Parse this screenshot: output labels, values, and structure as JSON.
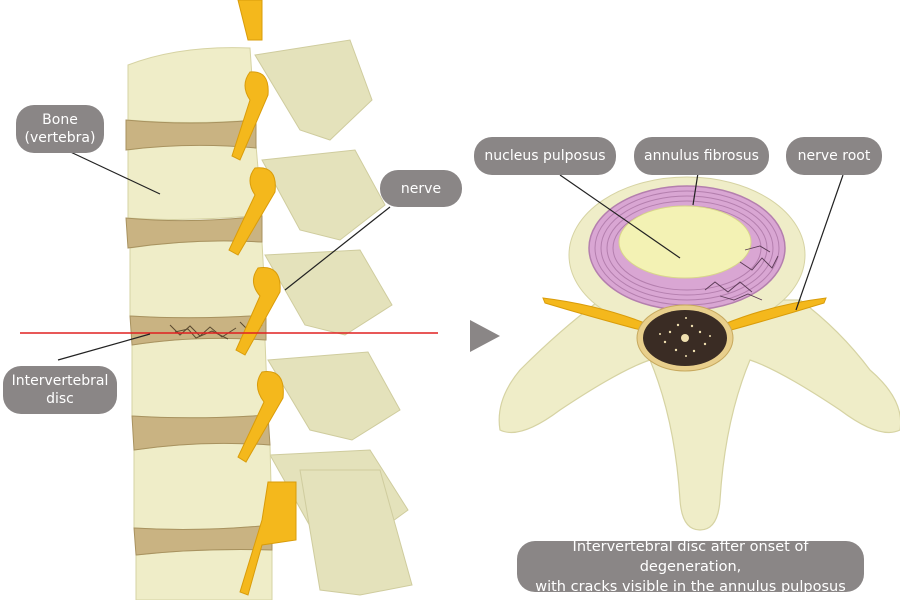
{
  "labels": {
    "bone": "Bone\n(vertebra)",
    "nerve": "nerve",
    "disc": "Intervertebral\ndisc",
    "nucleus": "nucleus pulposus",
    "annulus": "annulus fibrosus",
    "nerve_root": "nerve root"
  },
  "caption": "Intervertebral disc after onset of degeneration,\nwith cracks visible in the annulus pulposus",
  "colors": {
    "bone": "#efedc8",
    "bone_shade": "#d9d6a8",
    "disc": "#c9b382",
    "nerve": "#f4b81c",
    "nucleus": "#f3f2b4",
    "annulus": "#d9a6d3",
    "canal": "#3a2c24",
    "section_line": "#e02020",
    "arrow": "#8a8686",
    "label_bg": "#8a8686"
  }
}
